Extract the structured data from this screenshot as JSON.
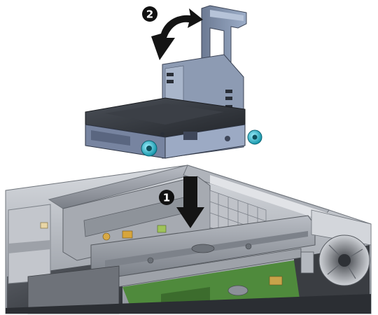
{
  "steps": [
    {
      "number": "2",
      "action": "rotate"
    },
    {
      "number": "1",
      "action": "insert-down"
    }
  ],
  "colors": {
    "metal_light": "#c9ccd2",
    "metal_mid": "#9ea3ab",
    "metal_dark": "#5c6068",
    "bracket_blue": "#7f93b3",
    "screw_teal": "#29b6c9",
    "pcb_green": "#4f8a3c",
    "marker_black": "#111111",
    "arrow_black": "#141414"
  }
}
